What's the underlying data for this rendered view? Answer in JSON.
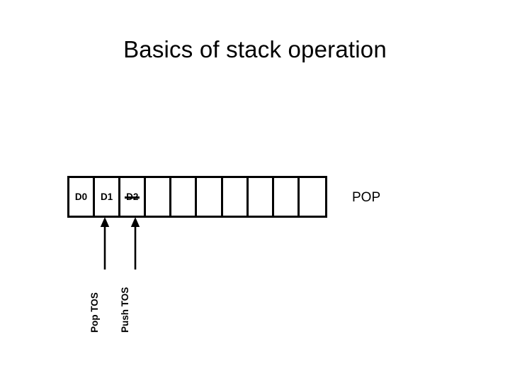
{
  "slide": {
    "title": "Basics of stack operation",
    "background_color": "#ffffff",
    "ink_color": "#000000"
  },
  "stack": {
    "cell_count": 10,
    "cells": [
      {
        "label": "D0",
        "struck": false
      },
      {
        "label": "D1",
        "struck": false
      },
      {
        "label": "D2",
        "struck": true
      },
      {
        "label": "",
        "struck": false
      },
      {
        "label": "",
        "struck": false
      },
      {
        "label": "",
        "struck": false
      },
      {
        "label": "",
        "struck": false
      },
      {
        "label": "",
        "struck": false
      },
      {
        "label": "",
        "struck": false
      },
      {
        "label": "",
        "struck": false
      }
    ]
  },
  "annotations": {
    "pop_tos_label": "Pop TOS",
    "push_tos_label": "Push TOS",
    "pop_caption": "POP"
  }
}
